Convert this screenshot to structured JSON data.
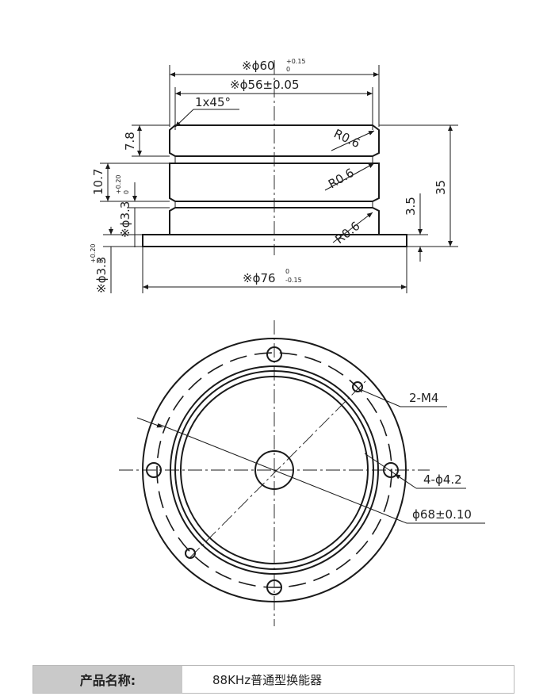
{
  "drawing": {
    "side_view": {
      "dim_top_outer": {
        "prefix": "※ϕ60",
        "upper": "+0.15",
        "lower": "0"
      },
      "dim_top_inner": "※ϕ56±0.05",
      "chamfer": "1x45°",
      "radius_1": "R0.6",
      "radius_2": "R0.6",
      "radius_3": "R0.6",
      "dim_height_top": "7.8",
      "dim_height_mid": "10.7",
      "dim_groove": {
        "prefix": "※ϕ3.3",
        "upper": "+0.20",
        "lower": "0"
      },
      "dim_flange": {
        "prefix": "※ϕ3.3",
        "upper": "+0.20",
        "lower": "0"
      },
      "dim_total_height": "35",
      "dim_flange_height": "3.5",
      "dim_base": {
        "prefix": "※ϕ76",
        "upper": "0",
        "lower": "-0.15"
      }
    },
    "top_view": {
      "label_thread": "2-M4",
      "label_holes": "4-ϕ4.2",
      "label_pcd": "ϕ68±0.10"
    }
  },
  "spec": {
    "label": "产品名称:",
    "value": "88KHz普通型换能器"
  }
}
